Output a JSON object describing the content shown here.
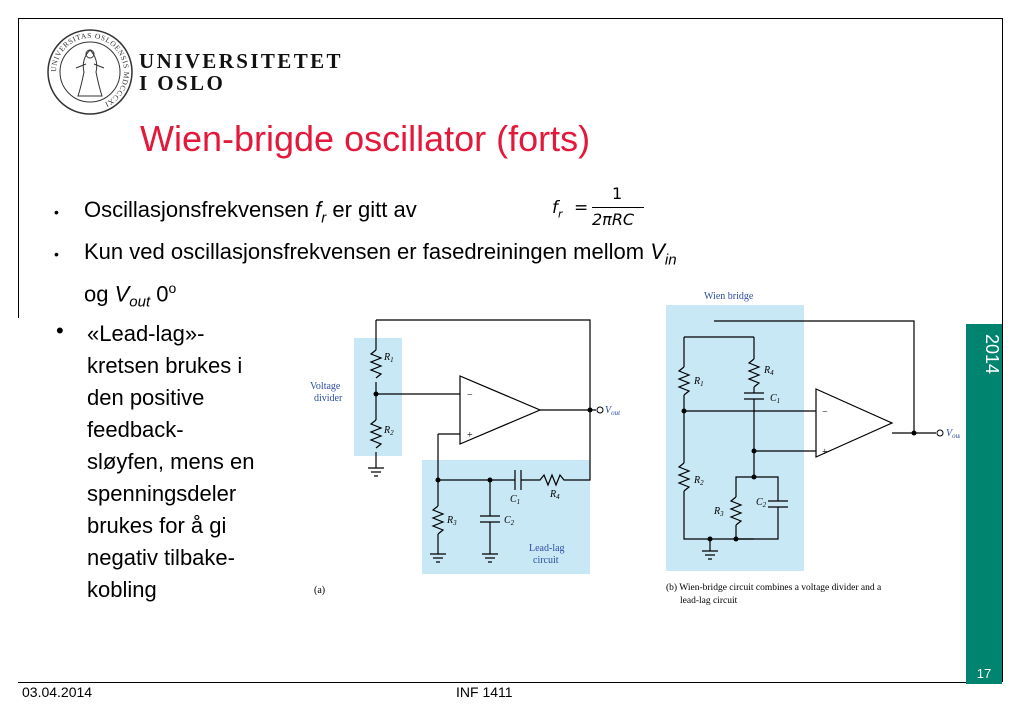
{
  "header": {
    "university_line1": "UNIVERSITETET",
    "university_line2": "I OSLO",
    "seal_text": "UNIVERSITAS OSLOENSIS MDCCCXI"
  },
  "slide": {
    "title": "Wien-brigde oscillator (forts)",
    "bullets": [
      {
        "prefix": "Oscillasjonsfrekvensen ",
        "var": "f",
        "sub": "r",
        "suffix": " er gitt av"
      },
      {
        "text": "Kun ved oscillasjonsfrekvensen er fasedreiningen mellom ",
        "var1": "V",
        "sub1": "in",
        "text2": "og ",
        "var2": "V",
        "sub2": "out",
        "text3": " 0",
        "sup": "o"
      },
      {
        "lines": [
          "«Lead-lag»-",
          "kretsen brukes i",
          "den positive",
          "feedback-",
          "sløyfen, mens en",
          "spenningsdeler",
          "brukes for å gi",
          "negativ tilbake-",
          "kobling"
        ]
      }
    ],
    "formula": {
      "lhs": "f",
      "lhs_sub": "r",
      "eq": "=",
      "numerator": "1",
      "denominator": "2πRC"
    }
  },
  "figure_a": {
    "label": "(a)",
    "voltage_divider": "Voltage\ndivider",
    "lead_lag": "Lead-lag\ncircuit",
    "r1": "R",
    "r1_sub": "1",
    "r2": "R",
    "r2_sub": "2",
    "r3": "R",
    "r3_sub": "3",
    "r4": "R",
    "r4_sub": "4",
    "c1": "C",
    "c1_sub": "1",
    "c2": "C",
    "c2_sub": "2",
    "vout": "V",
    "vout_sub": "out",
    "minus": "−",
    "plus": "+"
  },
  "figure_b": {
    "box_label": "Wien bridge",
    "caption_line1": "(b)  Wien-bridge circuit combines a voltage divider and a",
    "caption_line2": "lead-lag circuit",
    "vout": "V",
    "vout_sub": "out"
  },
  "footer": {
    "date": "03.04.2014",
    "course": "INF 1411",
    "page": "17",
    "year": "2014"
  },
  "colors": {
    "title": "#e3193c",
    "sidebar": "#00846f",
    "circuit_box": "#c9e8f6"
  }
}
